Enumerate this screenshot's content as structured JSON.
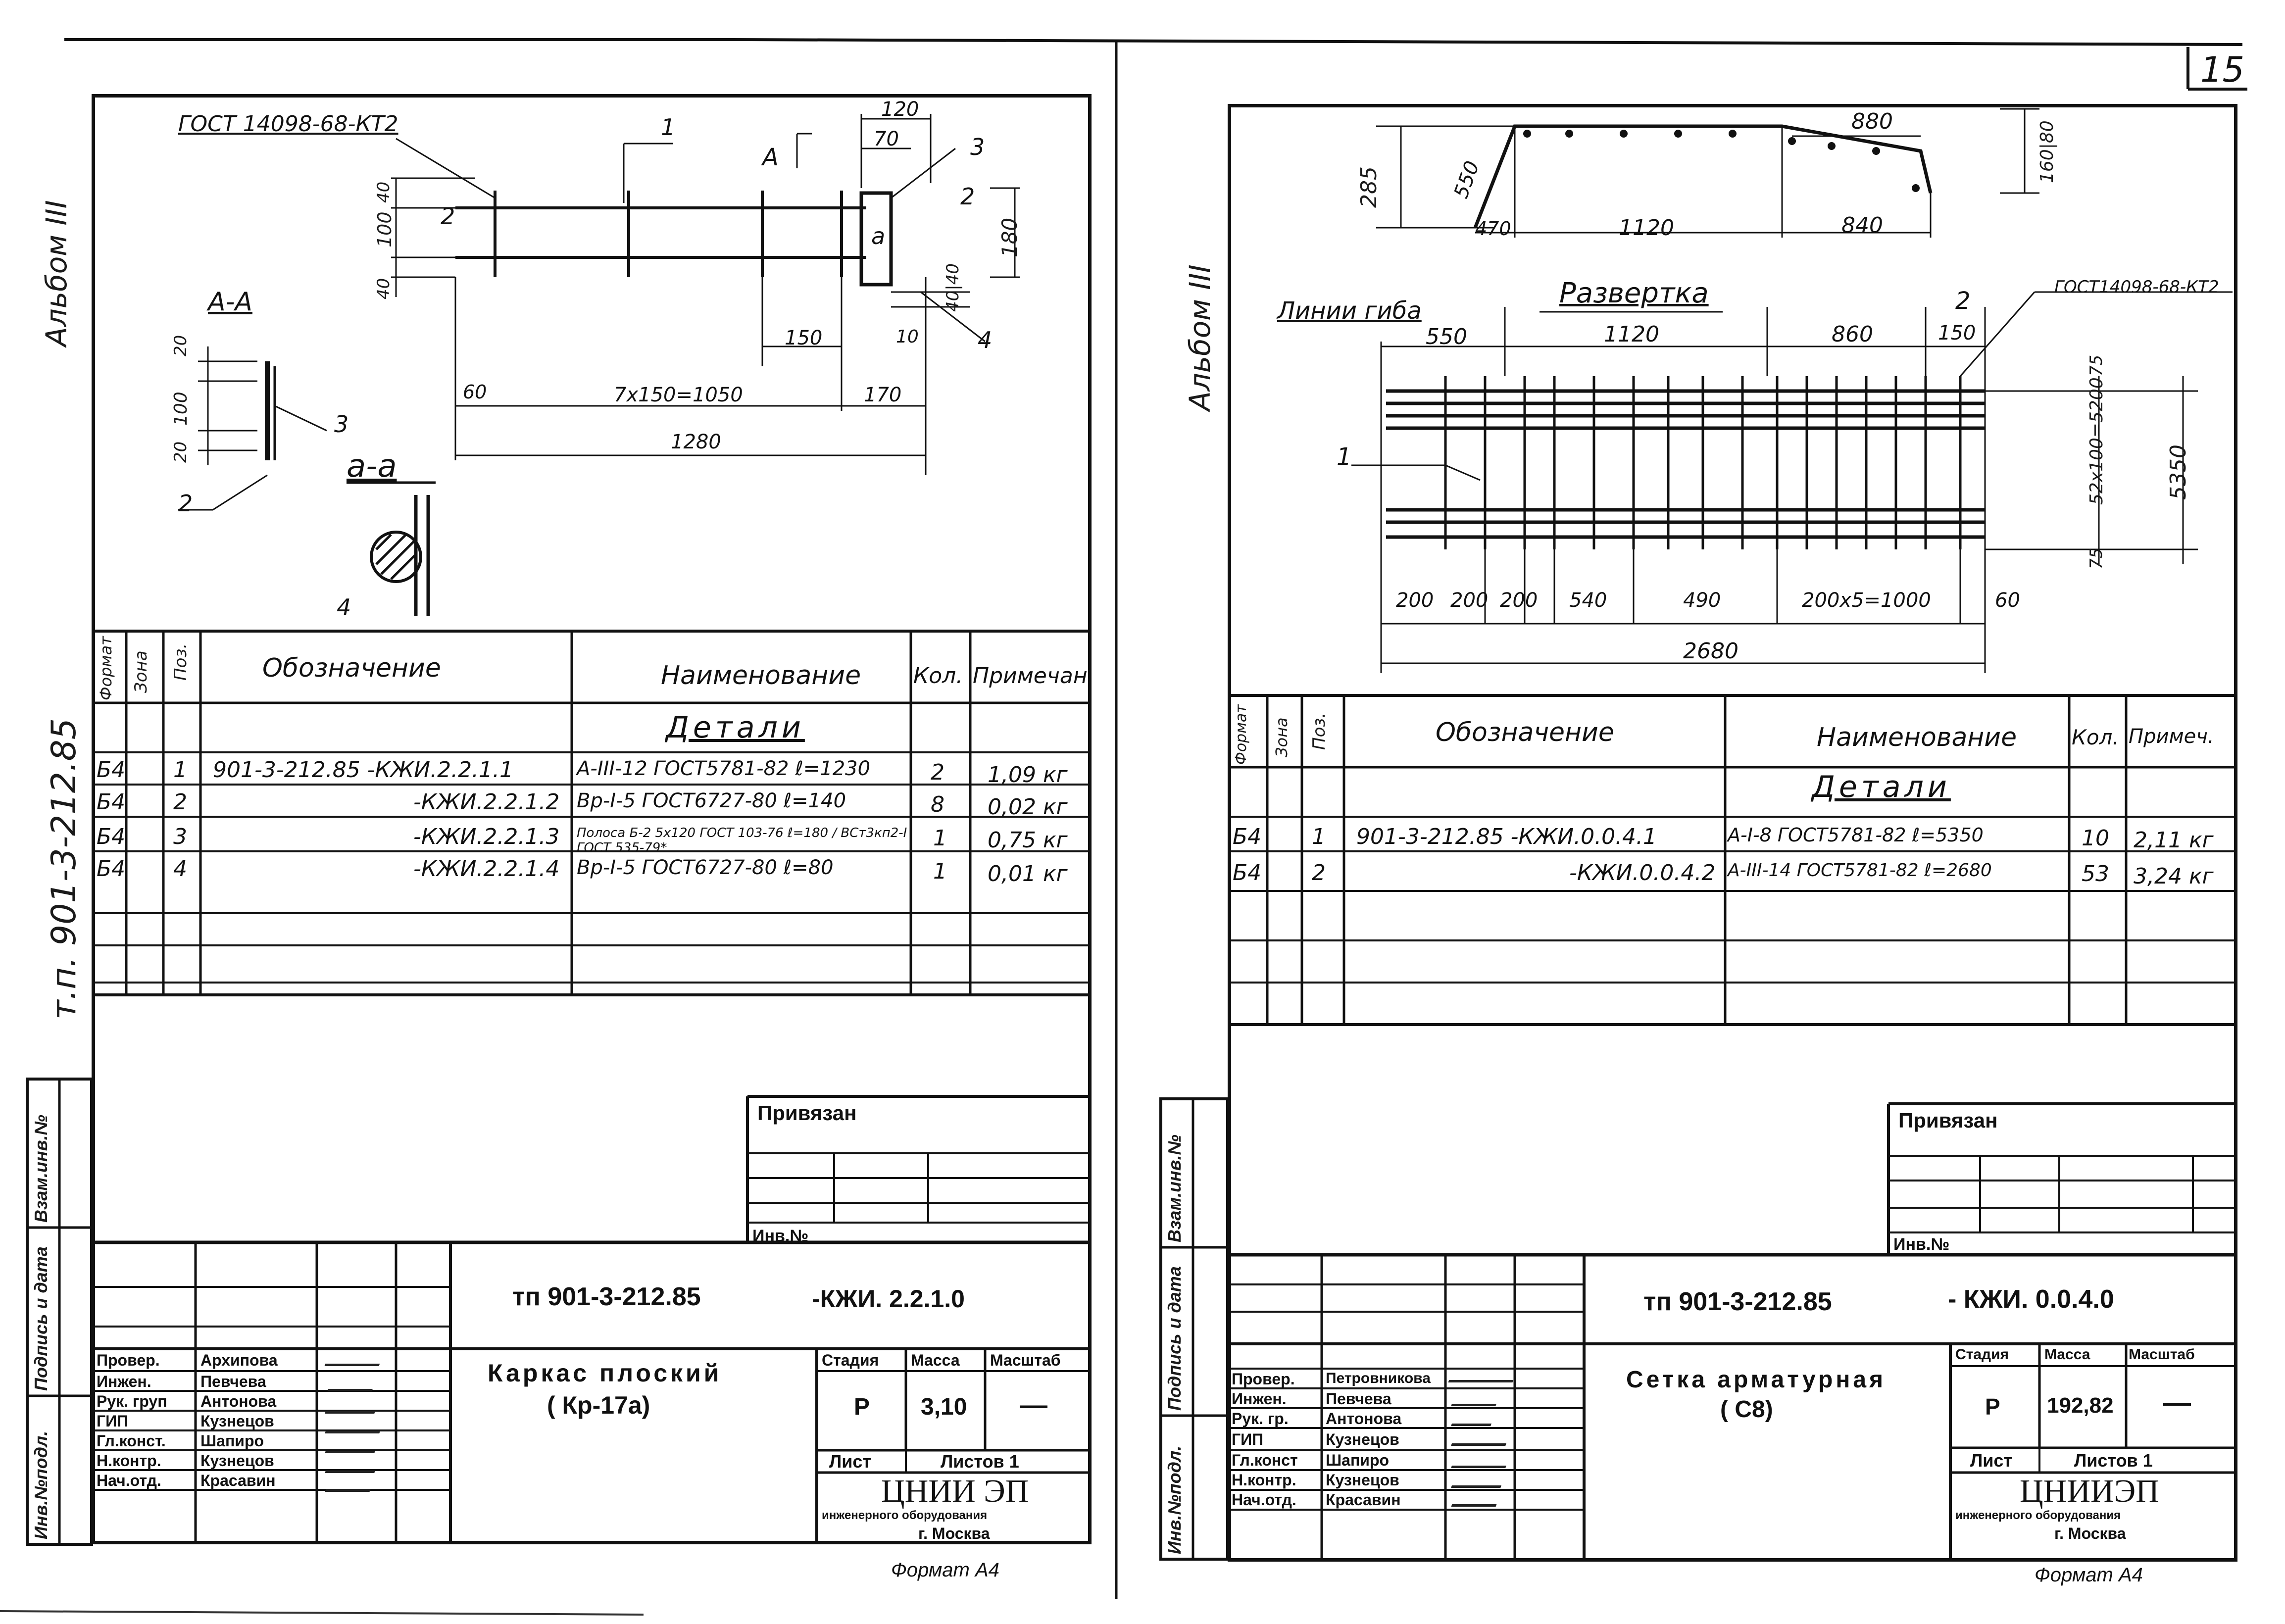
{
  "page_number": "15",
  "left": {
    "album": "Альбом III",
    "side_code": "т.п. 901-3-212.85",
    "side_labels": {
      "inv_podl": "Инв.№подл.",
      "podpis": "Подпись и дата",
      "vzam": "Взам.инв.№"
    },
    "drawing": {
      "gost_label": "ГОСТ 14098-68-КТ2",
      "section_aa_upper": "А-А",
      "section_aa_lower": "а-а",
      "section_marker_A": "А",
      "section_marker_a": "а",
      "pos_labels": [
        "1",
        "2",
        "3",
        "4",
        "2",
        "3",
        "2",
        "4"
      ],
      "dims": {
        "d120": "120",
        "d70": "70",
        "d180": "180",
        "d100": "100",
        "d40a": "40",
        "d40b": "40",
        "d150": "150",
        "d10": "10",
        "d4040": "40|40",
        "d60": "60",
        "d7x150": "7х150=1050",
        "d170": "170",
        "d1280": "1280",
        "d20a": "20",
        "d100b": "100",
        "d20b": "20"
      }
    },
    "spec": {
      "headers": {
        "format": "Формат",
        "zone": "Зона",
        "pos": "Поз.",
        "designation": "Обозначение",
        "name": "Наименование",
        "qty": "Кол.",
        "note": "Примечан."
      },
      "section_title": "Детали",
      "rows": [
        {
          "format": "Б4",
          "pos": "1",
          "designation": "901-3-212.85   -КЖИ.2.2.1.1",
          "name": "А-III-12 ГОСТ5781-82  ℓ=1230",
          "qty": "2",
          "note": "1,09 кг"
        },
        {
          "format": "Б4",
          "pos": "2",
          "designation": "-КЖИ.2.2.1.2",
          "name": "Вр-I-5 ГОСТ6727-80  ℓ=140",
          "qty": "8",
          "note": "0,02 кг"
        },
        {
          "format": "Б4",
          "pos": "3",
          "designation": "-КЖИ.2.2.1.3",
          "name": "Полоса Б-2 5х120 ГОСТ 103-76 ℓ=180 / ВСт3кп2-I ГОСТ 535-79*",
          "qty": "1",
          "note": "0,75 кг"
        },
        {
          "format": "Б4",
          "pos": "4",
          "designation": "-КЖИ.2.2.1.4",
          "name": "Вр-I-5 ГОСТ6727-80  ℓ=80",
          "qty": "1",
          "note": "0,01 кг"
        }
      ]
    },
    "title_block": {
      "privyazan": "Привязан",
      "inv_no": "Инв.№",
      "code": "тп 901-3-212.85",
      "code_suffix": "-КЖИ. 2.2.1.0",
      "title_line1": "Каркас плоский",
      "title_line2": "( Кр-17а)",
      "stage_label": "Стадия",
      "mass_label": "Масса",
      "scale_label": "Масштаб",
      "stage": "Р",
      "mass": "3,10",
      "scale": "—",
      "sheet_label": "Лист",
      "sheets_label": "Листов 1",
      "org_line1": "ЦНИИ ЭП",
      "org_line2": "инженерного оборудования",
      "org_line3": "г. Москва",
      "roles": [
        "Провер.",
        "Инжен.",
        "Рук. груп",
        "ГИП",
        "Гл.конст.",
        "Н.контр.",
        "Нач.отд."
      ],
      "names": [
        "Архипова",
        "Певчева",
        "Антонова",
        "Кузнецов",
        "Шапиро",
        "Кузнецов",
        "Красавин"
      ]
    },
    "format": "Формат А4"
  },
  "right": {
    "album": "Альбом III",
    "side_labels": {
      "inv_podl": "Инв.№подл.",
      "podpis": "Подпись и дата",
      "vzam": "Взам.инв.№"
    },
    "drawing": {
      "unfold_label": "Развертка",
      "bend_label": "Линии гиба",
      "gost_label": "ГОСТ14098-68-КТ2",
      "pos_labels": [
        "1",
        "2"
      ],
      "top_dims": {
        "d285": "285",
        "d550": "550",
        "d470": "470",
        "d1120": "1120",
        "d840": "840",
        "d880": "880",
        "d160": "160|80"
      },
      "dims": {
        "d550": "550",
        "d1120": "1120",
        "d860": "860",
        "d150": "150",
        "d75a": "75",
        "d52x100": "52х100=5200",
        "d5350": "5350",
        "d75b": "75",
        "d200a": "200",
        "d200b": "200",
        "d200c": "200",
        "d540": "540",
        "d490": "490",
        "d200x5": "200х5=1000",
        "d60": "60",
        "d2680": "2680"
      }
    },
    "spec": {
      "headers": {
        "format": "Формат",
        "zone": "Зона",
        "pos": "Поз.",
        "designation": "Обозначение",
        "name": "Наименование",
        "qty": "Кол.",
        "note": "Примеч."
      },
      "section_title": "Детали",
      "rows": [
        {
          "format": "Б4",
          "pos": "1",
          "designation": "901-3-212.85   -КЖИ.0.0.4.1",
          "name": "А-I-8 ГОСТ5781-82 ℓ=5350",
          "qty": "10",
          "note": "2,11 кг"
        },
        {
          "format": "Б4",
          "pos": "2",
          "designation": "-КЖИ.0.0.4.2",
          "name": "А-III-14 ГОСТ5781-82 ℓ=2680",
          "qty": "53",
          "note": "3,24 кг"
        }
      ]
    },
    "title_block": {
      "privyazan": "Привязан",
      "inv_no": "Инв.№",
      "code": "тп 901-3-212.85",
      "code_suffix": "- КЖИ. 0.0.4.0",
      "title_line1": "Сетка арматурная",
      "title_line2": "( С8)",
      "stage_label": "Стадия",
      "mass_label": "Масса",
      "scale_label": "Масштаб",
      "stage": "Р",
      "mass": "192,82",
      "scale": "—",
      "sheet_label": "Лист",
      "sheets_label": "Листов 1",
      "org_line1": "ЦНИИЭП",
      "org_line2": "инженерного оборудования",
      "org_line3": "г. Москва",
      "roles": [
        "Провер.",
        "Инжен.",
        "Рук. гр.",
        "ГИП",
        "Гл.конст",
        "Н.контр.",
        "Нач.отд."
      ],
      "names": [
        "Петровникова",
        "Певчева",
        "Антонова",
        "Кузнецов",
        "Шапиро",
        "Кузнецов",
        "Красавин"
      ]
    },
    "format": "Формат А4"
  },
  "colors": {
    "ink": "#111111",
    "paper": "#ffffff"
  }
}
